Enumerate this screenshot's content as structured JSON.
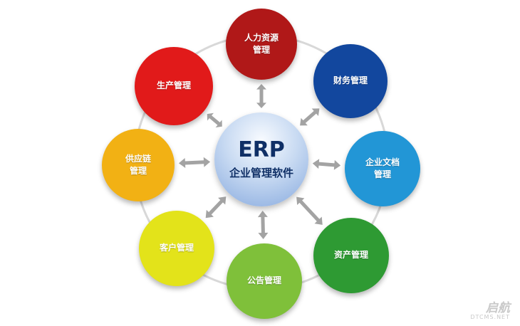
{
  "center": {
    "title": "ERP",
    "subtitle": "企业管理软件"
  },
  "modules": [
    {
      "id": "hr",
      "label": "人力资源\n管理",
      "color": "#b01818"
    },
    {
      "id": "finance",
      "label": "财务管理",
      "color": "#12479e"
    },
    {
      "id": "document",
      "label": "企业文档\n管理",
      "color": "#2296d6"
    },
    {
      "id": "asset",
      "label": "资产管理",
      "color": "#2e9a33"
    },
    {
      "id": "notice",
      "label": "公告管理",
      "color": "#7fc03a"
    },
    {
      "id": "customer",
      "label": "客户管理",
      "color": "#e3e31a"
    },
    {
      "id": "supply",
      "label": "供应链\n管理",
      "color": "#f2b114"
    },
    {
      "id": "production",
      "label": "生产管理",
      "color": "#e11a1a"
    }
  ],
  "colors": {
    "ring": "#d8d8d8",
    "arrow": "#a3a3a3"
  },
  "watermark": {
    "brand": "启航",
    "site": "DTCMS.NET"
  }
}
